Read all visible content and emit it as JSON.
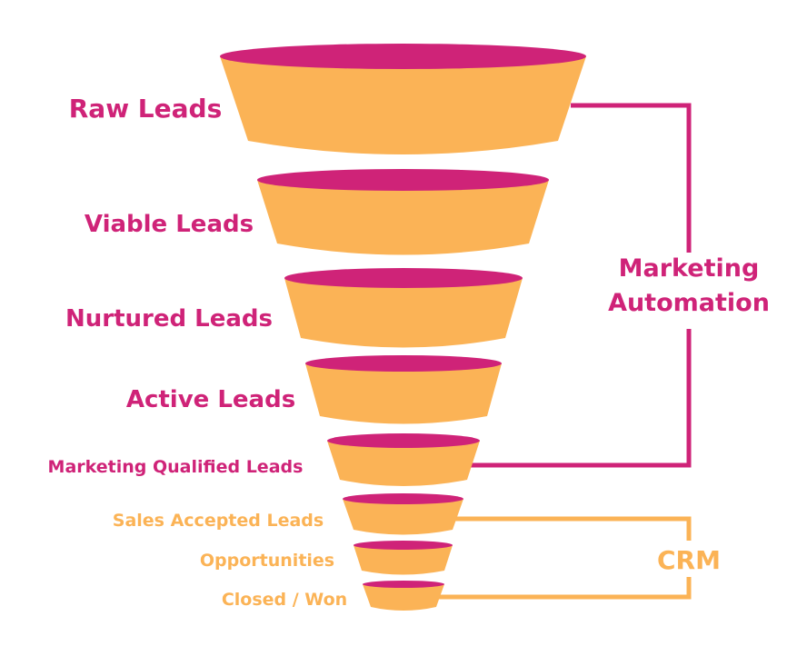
{
  "colors": {
    "magenta": "#CF2378",
    "orange": "#FBB356",
    "background": "#FFFFFF"
  },
  "stages": [
    {
      "label": "Raw Leads",
      "group": "marketing_automation"
    },
    {
      "label": "Viable Leads",
      "group": "marketing_automation"
    },
    {
      "label": "Nurtured Leads",
      "group": "marketing_automation"
    },
    {
      "label": "Active Leads",
      "group": "marketing_automation"
    },
    {
      "label": "Marketing Qualified Leads",
      "group": "marketing_automation"
    },
    {
      "label": "Sales Accepted Leads",
      "group": "crm"
    },
    {
      "label": "Opportunities",
      "group": "crm"
    },
    {
      "label": "Closed / Won",
      "group": "crm"
    }
  ],
  "groups": {
    "marketing_automation": {
      "line1": "Marketing",
      "line2": "Automation"
    },
    "crm": {
      "label": "CRM"
    }
  }
}
